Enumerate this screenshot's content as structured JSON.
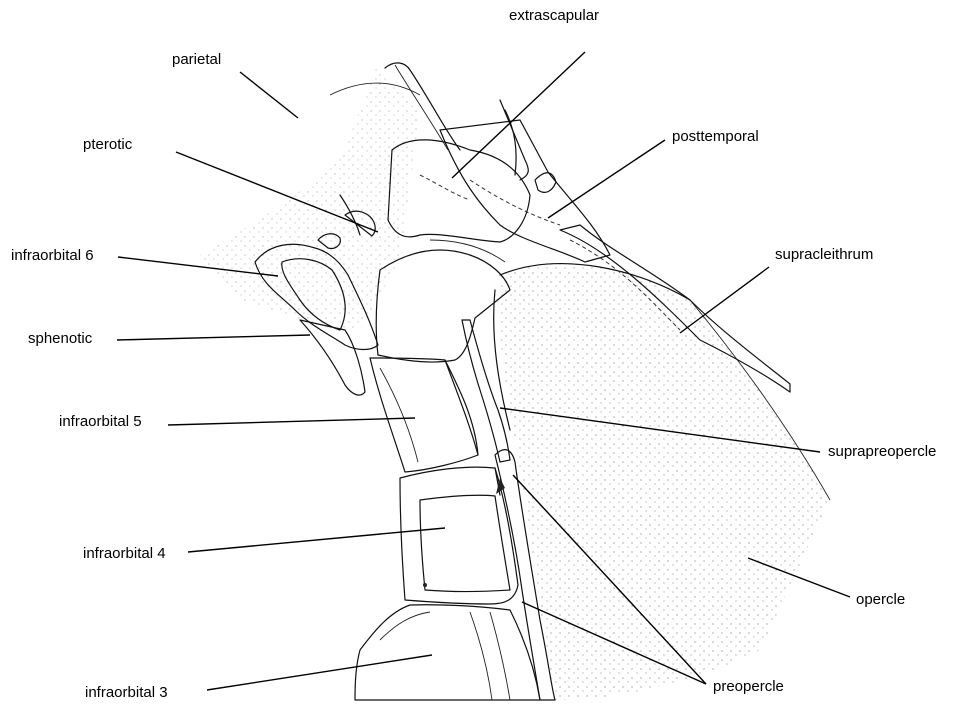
{
  "labels": {
    "extrascapular": "extrascapular",
    "parietal": "parietal",
    "pterotic": "pterotic",
    "posttemporal": "posttemporal",
    "infraorbital_6": "infraorbital 6",
    "supracleithrum": "supracleithrum",
    "sphenotic": "sphenotic",
    "infraorbital_5": "infraorbital 5",
    "suprapreopercle": "suprapreopercle",
    "infraorbital_4": "infraorbital 4",
    "opercle": "opercle",
    "infraorbital_3": "infraorbital 3",
    "preopercle": "preopercle"
  }
}
